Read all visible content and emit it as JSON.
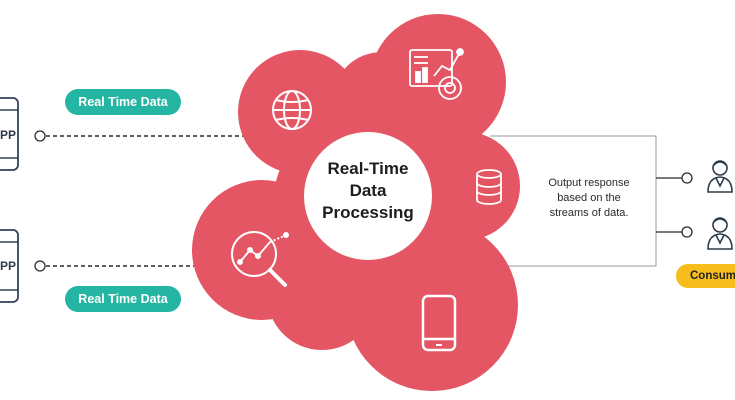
{
  "pills": {
    "top": "Real Time Data",
    "bottom": "Real Time Data"
  },
  "center": {
    "line1": "Real-Time",
    "line2": "Data",
    "line3": "Processing"
  },
  "output": {
    "line1": "Output response",
    "line2": "based on the",
    "line3": "streams of data."
  },
  "apps": {
    "top_label": "PP",
    "bottom_label": "PP"
  },
  "consumer_label": "Consum",
  "colors": {
    "blob": "#e45664",
    "pill": "#25b6a3",
    "consumer": "#f6bd1c",
    "outline": "#33415a"
  },
  "icons": [
    "globe-icon",
    "analytics-dashboard-icon",
    "database-icon",
    "search-chart-icon",
    "mobile-device-icon",
    "user-icon"
  ]
}
